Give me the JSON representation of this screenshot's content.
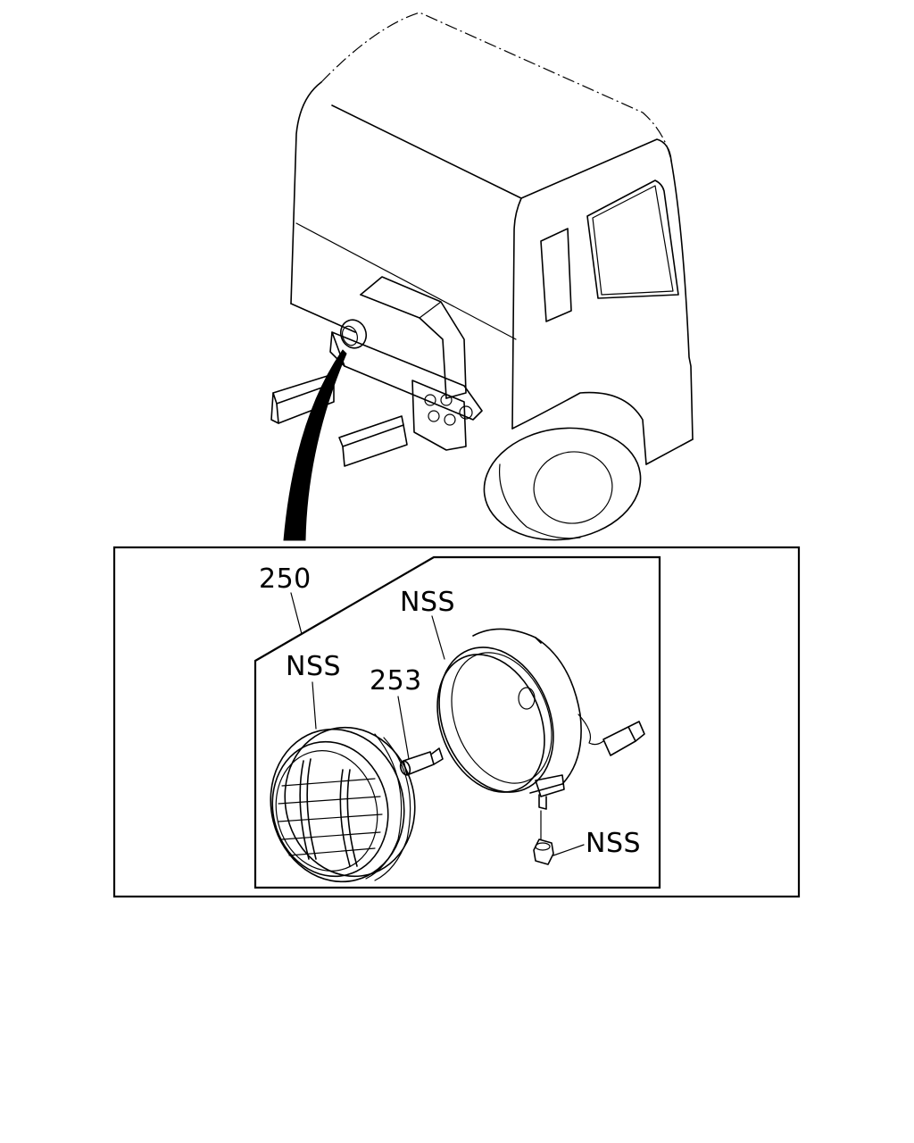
{
  "diagram": {
    "callouts": {
      "assembly": "250",
      "lens": "NSS",
      "housing": "NSS",
      "bolt": "253",
      "nut": "NSS"
    }
  }
}
